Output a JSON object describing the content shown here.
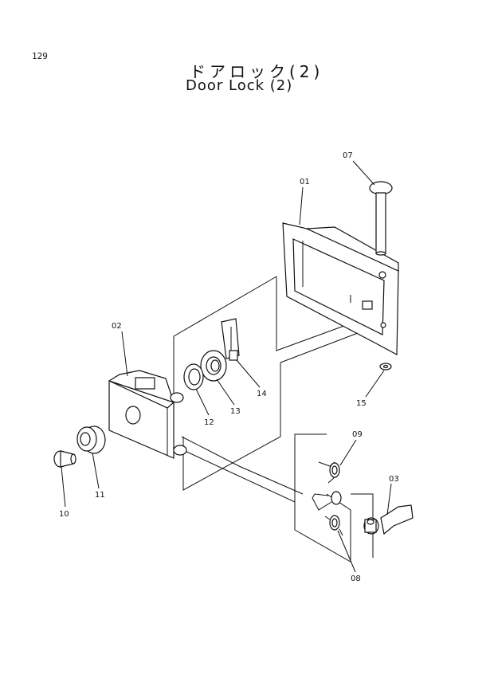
{
  "header": {
    "page_number": "129",
    "title_ja": "ドアロック(2)",
    "title_en": "Door Lock (2)"
  },
  "callouts": [
    {
      "id": "p01",
      "label": "01"
    },
    {
      "id": "p02",
      "label": "02"
    },
    {
      "id": "p03",
      "label": "03"
    },
    {
      "id": "p07",
      "label": "07"
    },
    {
      "id": "p08",
      "label": "08"
    },
    {
      "id": "p09",
      "label": "09"
    },
    {
      "id": "p10",
      "label": "10"
    },
    {
      "id": "p11",
      "label": "11"
    },
    {
      "id": "p12",
      "label": "12"
    },
    {
      "id": "p13",
      "label": "13"
    },
    {
      "id": "p14",
      "label": "14"
    },
    {
      "id": "p15",
      "label": "15"
    }
  ]
}
